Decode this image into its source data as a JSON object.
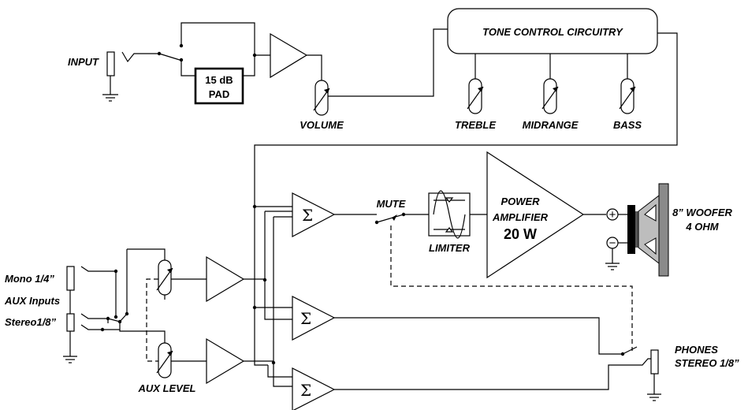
{
  "labels": {
    "input": "INPUT",
    "pad_line1": "15 dB",
    "pad_line2": "PAD",
    "volume": "VOLUME",
    "tone_control": "TONE CONTROL CIRCUITRY",
    "treble": "TREBLE",
    "midrange": "MIDRANGE",
    "bass": "BASS",
    "mute": "MUTE",
    "limiter": "LIMITER",
    "power_amp_line1": "POWER",
    "power_amp_line2": "AMPLIFIER",
    "power_amp_rating": "20 W",
    "woofer_line1": "8” WOOFER",
    "woofer_line2": "4 OHM",
    "aux_mono": "Mono 1/4”",
    "aux_inputs": "AUX Inputs",
    "aux_stereo": "Stereo1/8”",
    "aux_level": "AUX LEVEL",
    "phones_line1": "PHONES",
    "phones_line2": "STEREO 1/8”"
  },
  "symbols": {
    "summing": "Σ",
    "plus": "+",
    "minus": "−"
  }
}
